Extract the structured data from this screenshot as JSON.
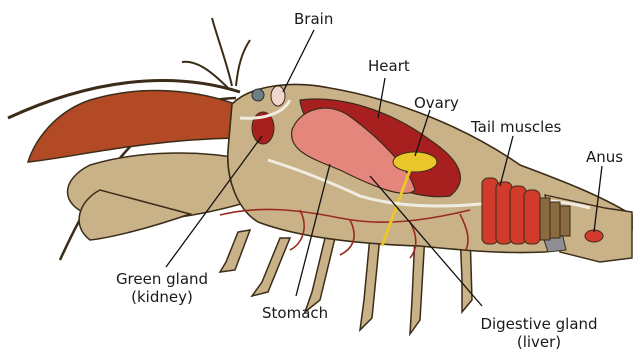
{
  "labels": {
    "brain": "Brain",
    "heart": "Heart",
    "ovary": "Ovary",
    "tail_muscles": "Tail muscles",
    "anus": "Anus",
    "green_gland_1": "Green gland",
    "green_gland_2": "(kidney)",
    "stomach": "Stomach",
    "digestive_gland_1": "Digestive gland",
    "digestive_gland_2": "(liver)"
  },
  "colors": {
    "body": "#c9b287",
    "body_outline": "#3a2c18",
    "claw": "#b24a26",
    "heart_organ": "#a81f1f",
    "stomach_organ": "#e4867c",
    "tail_muscle": "#d23b2b",
    "ovary_organ": "#e9c72a",
    "brain_organ": "#f0d6cf",
    "nerve_cord": "#f1ece2",
    "vessels": "#9a2a1f"
  }
}
